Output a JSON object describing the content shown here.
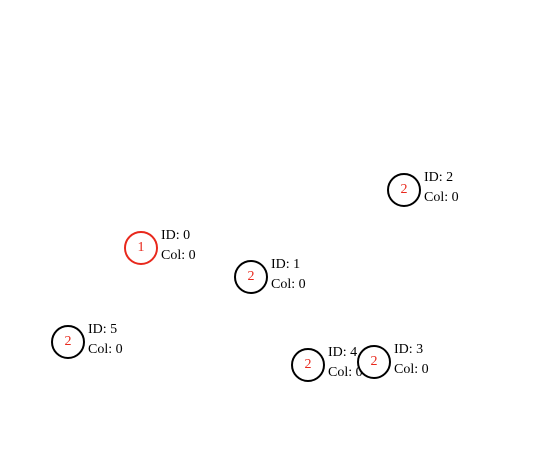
{
  "colors": {
    "node_border": "#000000",
    "selected_border": "#e8281c",
    "value_text": "#e8281c",
    "label_text": "#000000"
  },
  "nodes": [
    {
      "value": "1",
      "id_text": "ID: 0",
      "col_text": "Col: 0",
      "selected": true
    },
    {
      "value": "2",
      "id_text": "ID: 1",
      "col_text": "Col: 0",
      "selected": false
    },
    {
      "value": "2",
      "id_text": "ID: 2",
      "col_text": "Col: 0",
      "selected": false
    },
    {
      "value": "2",
      "id_text": "ID: 3",
      "col_text": "Col: 0",
      "selected": false
    },
    {
      "value": "2",
      "id_text": "ID: 4",
      "col_text": "Col: 0",
      "selected": false
    },
    {
      "value": "2",
      "id_text": "ID: 5",
      "col_text": "Col: 0",
      "selected": false
    }
  ]
}
